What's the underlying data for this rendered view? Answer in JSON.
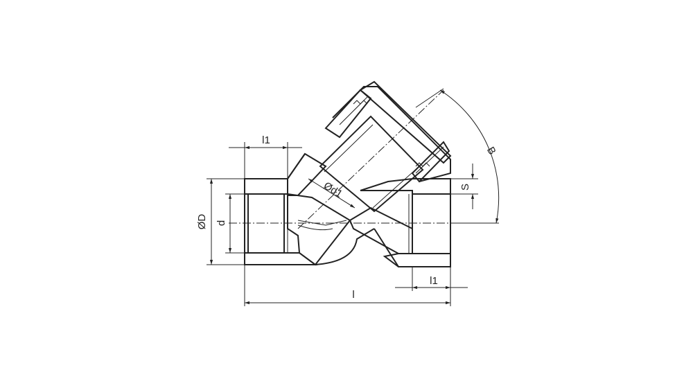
{
  "labels": {
    "l1_top": "l1",
    "l1_bottom": "l1",
    "l_total": "l",
    "outer_diameter": "ØD",
    "inner_diameter": "d",
    "filter_diameter": "Ød1",
    "wall_s": "S",
    "angle_b": "B"
  },
  "colors": {
    "line": "#222222",
    "background": "#ffffff"
  }
}
